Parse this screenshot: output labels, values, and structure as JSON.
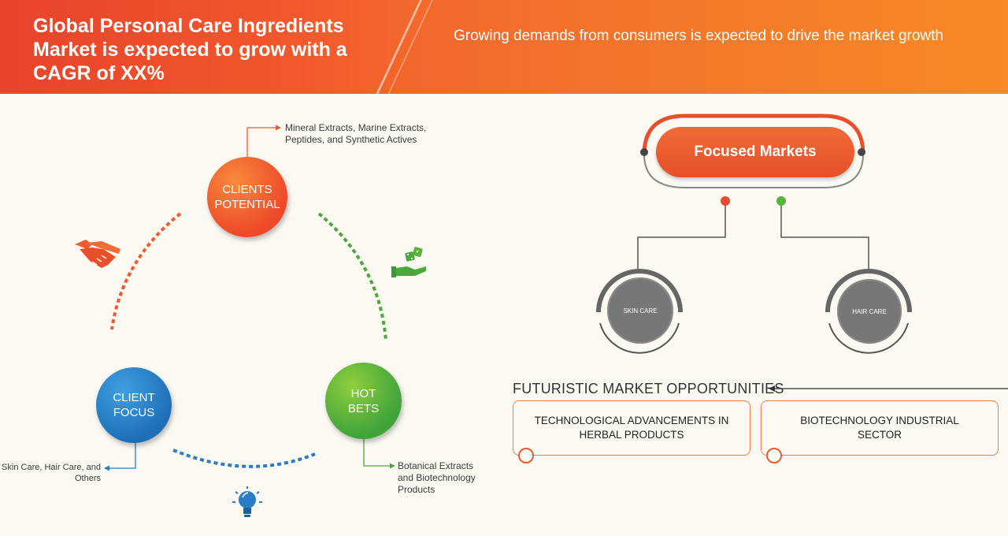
{
  "header": {
    "title": "Global Personal Care Ingredients Market is expected to grow with a CAGR of XX%",
    "subtitle": "Growing demands from consumers is expected to drive the market growth"
  },
  "cycle": {
    "clients_potential": {
      "line1": "CLIENTS",
      "line2": "POTENTIAL",
      "note_line1": "Mineral Extracts, Marine Extracts,",
      "note_line2": "Peptides, and Synthetic Actives"
    },
    "client_focus": {
      "line1": "CLIENT",
      "line2": "FOCUS",
      "note_line1": "Skin Care, Hair Care, and",
      "note_line2": "Others"
    },
    "hot_bets": {
      "line1": "HOT",
      "line2": "BETS",
      "note_line1": "Botanical Extracts",
      "note_line2": "and Biotechnology",
      "note_line3": "Products"
    }
  },
  "focused_markets": {
    "label": "Focused Markets",
    "markets": [
      "SKIN CARE",
      "HAIR CARE"
    ]
  },
  "opportunities": {
    "heading": "FUTURISTIC MARKET OPPORTUNITIES",
    "items": [
      "TECHNOLOGICAL ADVANCEMENTS IN HERBAL PRODUCTS",
      "BIOTECHNOLOGY INDUSTRIAL SECTOR"
    ]
  },
  "colors": {
    "orange": "#f05a30",
    "blue": "#2a7cc7",
    "green": "#4aa83c",
    "gray": "#777777"
  },
  "icons": [
    "handshake-icon",
    "dice-hand-icon",
    "lightbulb-icon"
  ]
}
